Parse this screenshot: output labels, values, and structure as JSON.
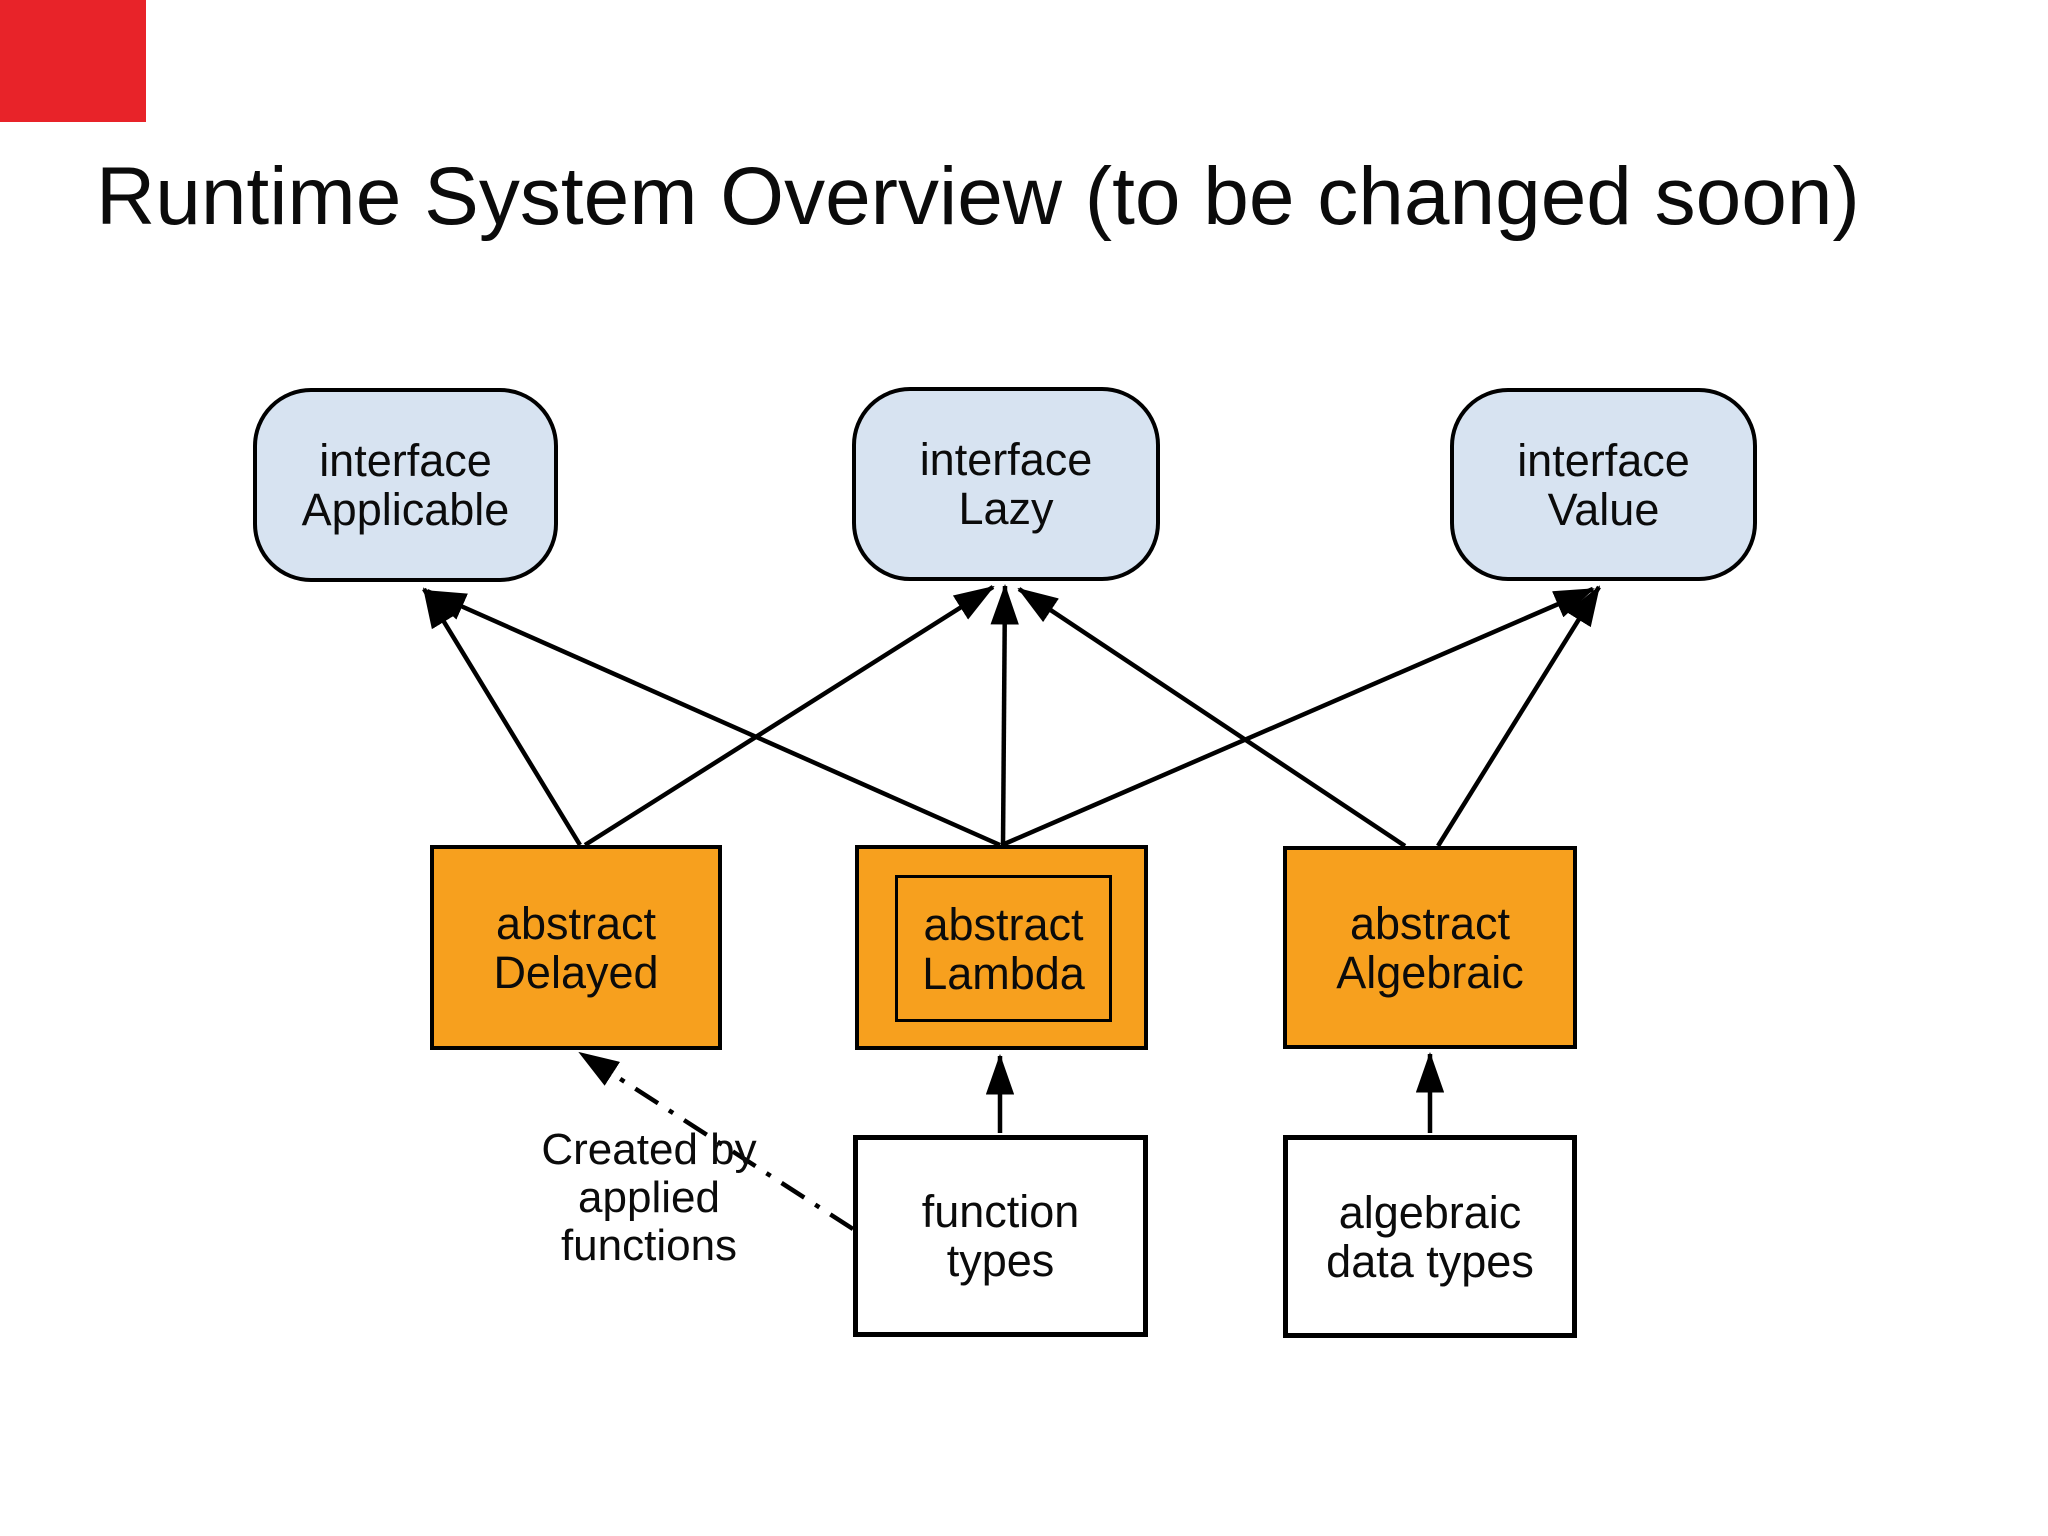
{
  "page": {
    "title": "Runtime System Overview (to be changed soon)"
  },
  "colors": {
    "bg": "#ffffff",
    "ink": "#0b0b0b",
    "blue_fill": "#d7e3f1",
    "orange_fill": "#f7a01e",
    "white_fill": "#ffffff",
    "red_marker": "#e82329"
  },
  "nodes": {
    "applicable": {
      "line1": "interface",
      "line2": "Applicable"
    },
    "lazy": {
      "line1": "interface",
      "line2": "Lazy"
    },
    "value": {
      "line1": "interface",
      "line2": "Value"
    },
    "delayed": {
      "line1": "abstract",
      "line2": "Delayed"
    },
    "lambda": {
      "line1": "abstract",
      "line2": "Lambda"
    },
    "algebraic": {
      "line1": "abstract",
      "line2": "Algebraic"
    },
    "function_types": {
      "line1": "function",
      "line2": "types"
    },
    "algebraic_data_types": {
      "line1": "algebraic",
      "line2": "data types"
    }
  },
  "note": {
    "line1": "Created by",
    "line2": "applied",
    "line3": "functions"
  },
  "edges": [
    {
      "from": "abstract Delayed",
      "to": "interface Applicable",
      "style": "solid"
    },
    {
      "from": "abstract Delayed",
      "to": "interface Lazy",
      "style": "solid"
    },
    {
      "from": "abstract Lambda",
      "to": "interface Applicable",
      "style": "solid"
    },
    {
      "from": "abstract Lambda",
      "to": "interface Lazy",
      "style": "solid"
    },
    {
      "from": "abstract Lambda",
      "to": "interface Value",
      "style": "solid"
    },
    {
      "from": "abstract Algebraic",
      "to": "interface Lazy",
      "style": "solid"
    },
    {
      "from": "abstract Algebraic",
      "to": "interface Value",
      "style": "solid"
    },
    {
      "from": "function types",
      "to": "abstract Lambda",
      "style": "solid"
    },
    {
      "from": "algebraic data types",
      "to": "abstract Algebraic",
      "style": "solid"
    },
    {
      "from": "function types",
      "to": "abstract Delayed",
      "style": "dash-dot",
      "label": "Created by applied functions"
    }
  ]
}
